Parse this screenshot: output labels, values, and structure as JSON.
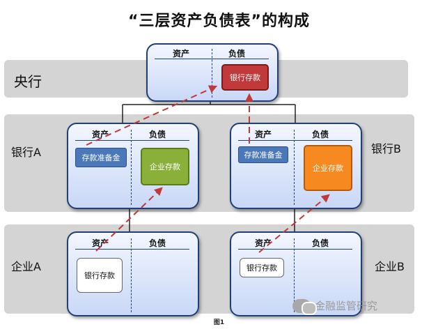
{
  "title": "“三层资产负债表”的构成",
  "headers": {
    "assets": "资产",
    "liabilities": "负债"
  },
  "bands": {
    "central_bank": "央行",
    "bank_a": "银行A",
    "bank_b": "银行B",
    "firm_a": "企业A",
    "firm_b": "企业B"
  },
  "items": {
    "central_bank_liability": "银行存款",
    "bank_a_asset": "存款准备金",
    "bank_a_liability": "企业存款",
    "bank_b_asset": "存款准备金",
    "bank_b_liability": "企业存款",
    "firm_a_asset": "银行存款",
    "firm_b_asset": "银行存款"
  },
  "colors": {
    "band": "#d4d4d4",
    "sheet_border": "#1f3f75",
    "reserve": "#4a78b8",
    "cb_deposit": "#c0393b",
    "bank_a_deposit": "#8ab03a",
    "bank_b_deposit": "#f68a20",
    "arrow": "#c0393b"
  },
  "caption": "图1",
  "watermark": "金融监管研究"
}
